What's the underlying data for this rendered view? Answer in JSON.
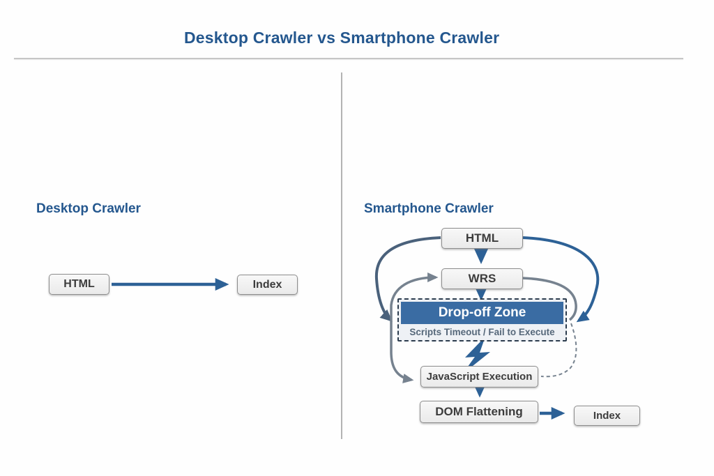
{
  "title": "Desktop Crawler vs Smartphone Crawler",
  "colors": {
    "heading": "#24578e",
    "accent_blue": "#2d6196",
    "slate_line": "#4a617b",
    "gray_line": "#76828f",
    "zone_fill": "#3a6ca3",
    "zone_border": "#2c3c4e",
    "box_border": "#8d8d8d",
    "box_text": "#3c3c3c",
    "subtext": "#56687a",
    "rule": "#c6c6c6",
    "divider": "#b3b3b3"
  },
  "left_panel": {
    "heading": "Desktop Crawler",
    "nodes": {
      "html": "HTML",
      "index": "Index"
    }
  },
  "right_panel": {
    "heading": "Smartphone Crawler",
    "nodes": {
      "html": "HTML",
      "wrs": "WRS",
      "dropoff_title": "Drop-off Zone",
      "dropoff_subtitle": "Scripts Timeout / Fail to Execute",
      "js_execution": "JavaScript Execution",
      "dom_flattening": "DOM Flattening",
      "index": "Index"
    }
  }
}
